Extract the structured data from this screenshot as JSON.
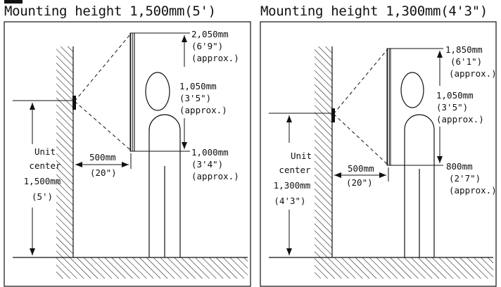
{
  "left": {
    "title": "Mounting height 1,500mm(5')",
    "top": {
      "mm": "2,050mm",
      "imp": "(6'9\")",
      "approx": "(approx.)"
    },
    "mid": {
      "mm": "1,050mm",
      "imp": "(3'5\")",
      "approx": "(approx.)"
    },
    "bot": {
      "mm": "1,000mm",
      "imp": "(3'4\")",
      "approx": "(approx.)"
    },
    "dist": {
      "mm": "500mm",
      "imp": "(20\")"
    },
    "unit": {
      "l1": "Unit",
      "l2": "center",
      "l3": "1,500mm",
      "l4": "(5')"
    }
  },
  "right": {
    "title": "Mounting height 1,300mm(4'3\")",
    "top": {
      "mm": "1,850mm",
      "imp": "(6'1\")",
      "approx": "(approx.)"
    },
    "mid": {
      "mm": "1,050mm",
      "imp": "(3'5\")",
      "approx": "(approx.)"
    },
    "bot": {
      "mm": "800mm",
      "imp": "(2'7\")",
      "approx": "(approx.)"
    },
    "dist": {
      "mm": "500mm",
      "imp": "(20\")"
    },
    "unit": {
      "l1": "Unit",
      "l2": "center",
      "l3": "1,300mm",
      "l4": "(4'3\")"
    }
  }
}
